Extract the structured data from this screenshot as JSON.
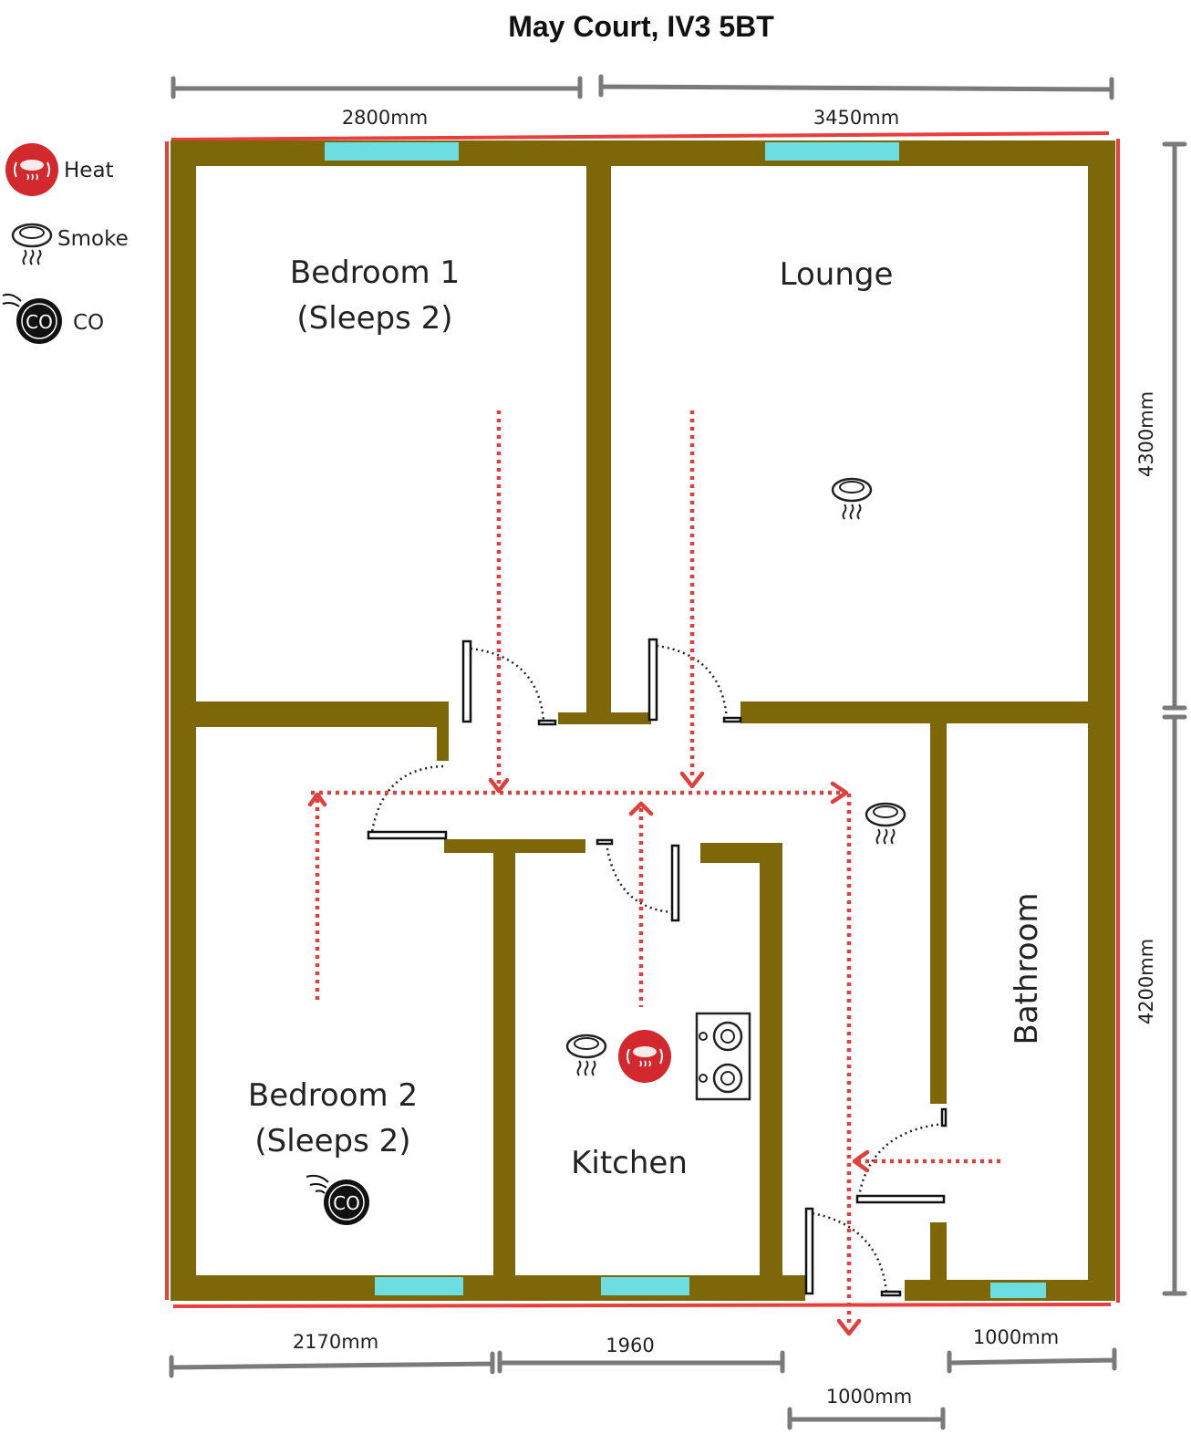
{
  "title": "May Court,  IV3 5BT",
  "legend": {
    "heat": "Heat",
    "smoke": "Smoke",
    "co": "CO"
  },
  "rooms": {
    "bedroom1": {
      "name": "Bedroom 1",
      "note": "(Sleeps 2)"
    },
    "lounge": {
      "name": "Lounge"
    },
    "bedroom2": {
      "name": "Bedroom 2",
      "note": "(Sleeps 2)"
    },
    "kitchen": {
      "name": "Kitchen"
    },
    "bathroom": {
      "name": "Bathroom"
    }
  },
  "dimensions": {
    "top_left": "2800mm",
    "top_right": "3450mm",
    "right_upper": "4300mm",
    "right_lower": "4200mm",
    "bottom_1": "2170mm",
    "bottom_2": "1960",
    "bottom_3": "1000mm",
    "bottom_4": "1000mm"
  },
  "detector_icon_label": "CO",
  "colors": {
    "wall": "#7d6708",
    "window": "#6cdde0",
    "escape_route": "#e0403c",
    "heat_detector": "#d3292e",
    "boundary": "#e83e3e",
    "dimension_line": "#7a7a7a"
  }
}
